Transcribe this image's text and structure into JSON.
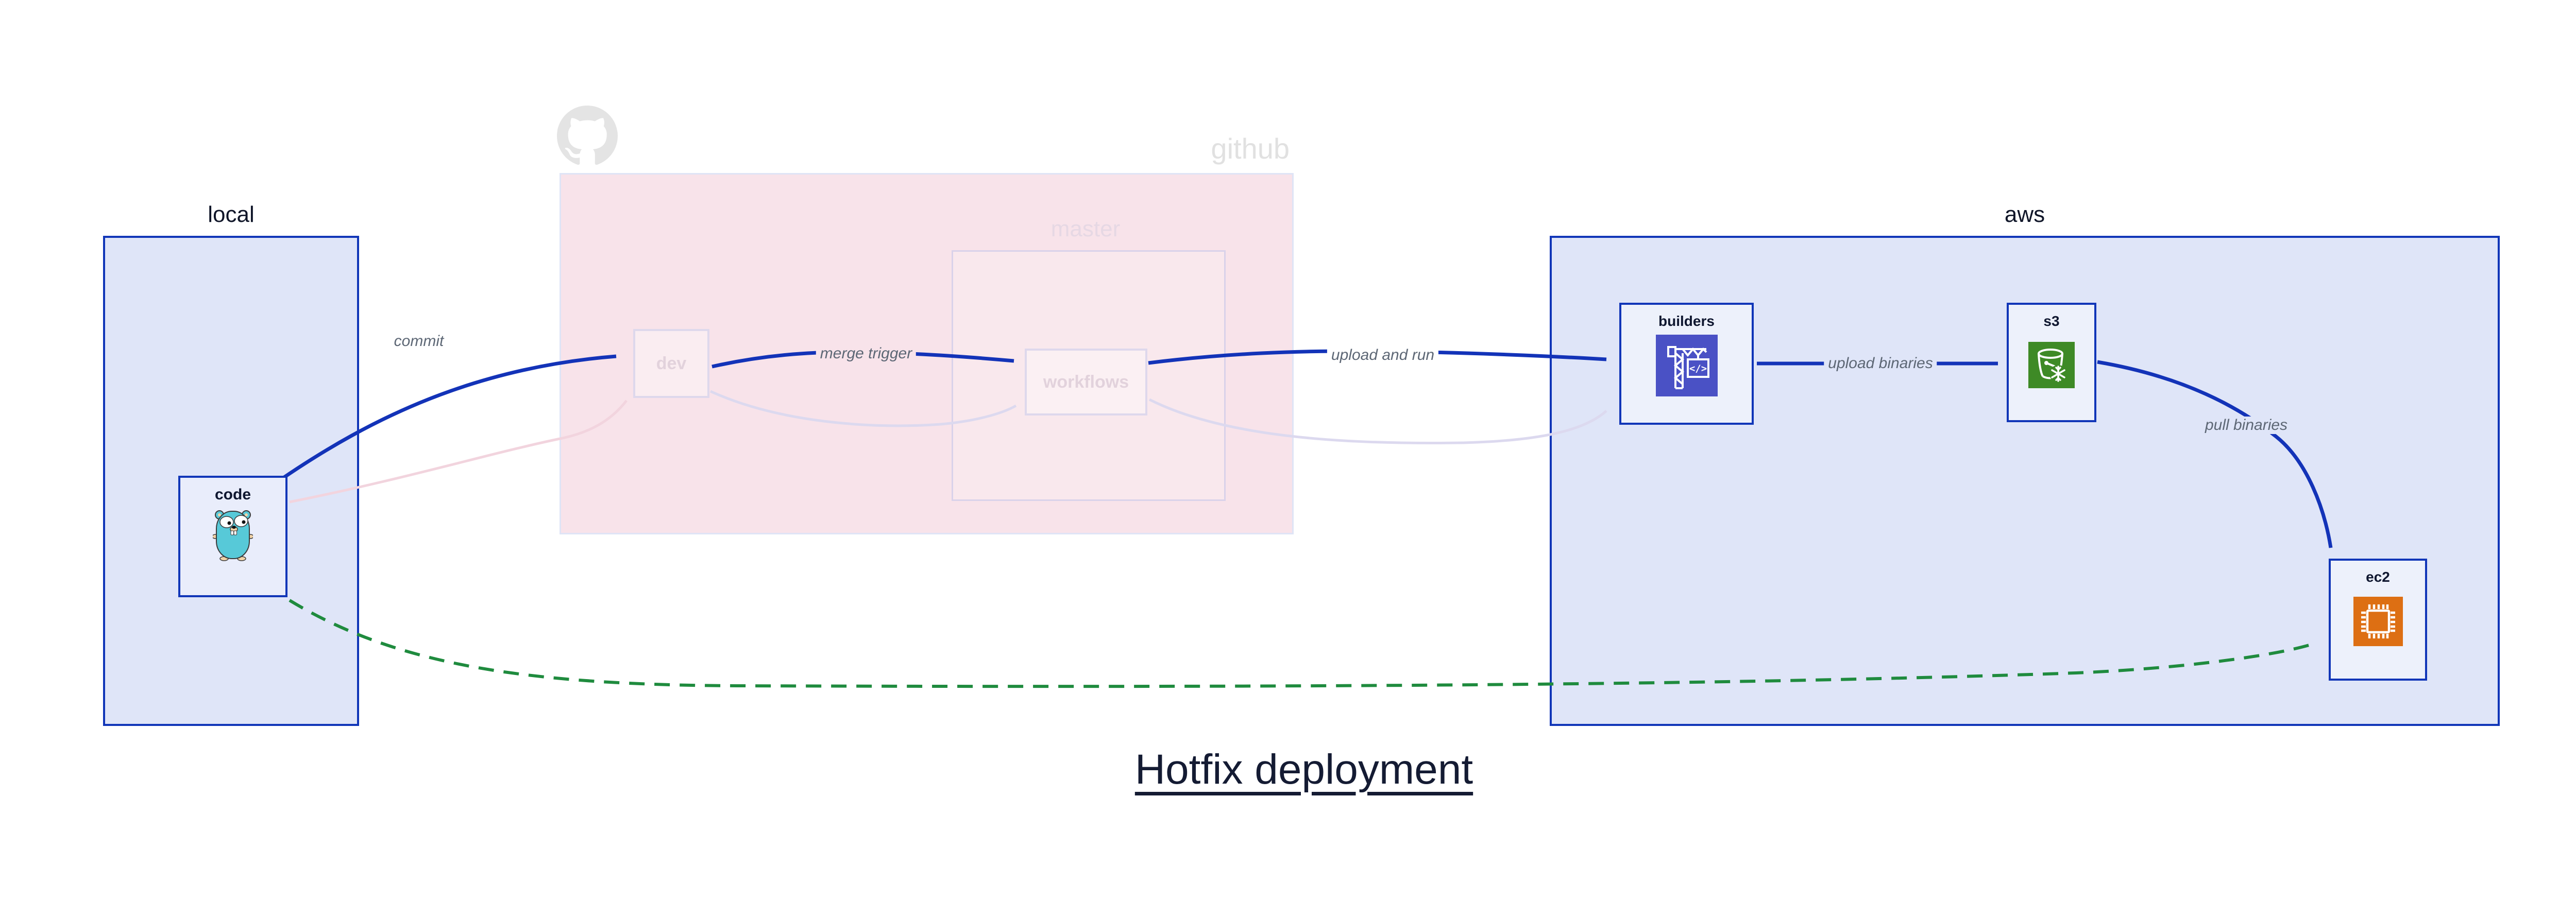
{
  "diagram": {
    "title": "Hotfix deployment",
    "clusters": {
      "local": {
        "label": "local"
      },
      "github": {
        "label": "github",
        "icon": "github-octocat-icon",
        "master": {
          "label": "master"
        }
      },
      "aws": {
        "label": "aws"
      }
    },
    "nodes": {
      "code": {
        "label": "code",
        "icon": "go-gopher-icon"
      },
      "dev": {
        "label": "dev"
      },
      "workflows": {
        "label": "workflows"
      },
      "builders": {
        "label": "builders",
        "icon": "codebuild-crane-icon"
      },
      "s3": {
        "label": "s3",
        "icon": "s3-glacier-bucket-icon"
      },
      "ec2": {
        "label": "ec2",
        "icon": "ec2-chip-icon"
      }
    },
    "edges": [
      {
        "id": "commit",
        "label": "commit",
        "from": "code",
        "to": "dev",
        "style": "solid-blue"
      },
      {
        "id": "merge-trigger",
        "label": "merge trigger",
        "from": "dev",
        "to": "workflows",
        "style": "solid-blue"
      },
      {
        "id": "upload-and-run",
        "label": "upload and run",
        "from": "workflows",
        "to": "builders",
        "style": "solid-blue"
      },
      {
        "id": "upload-binaries",
        "label": "upload binaries",
        "from": "builders",
        "to": "s3",
        "style": "solid-blue"
      },
      {
        "id": "pull-binaries",
        "label": "pull binaries",
        "from": "s3",
        "to": "ec2",
        "style": "solid-blue"
      },
      {
        "id": "hotfix-path",
        "label": "",
        "from": "code",
        "to": "ec2",
        "style": "dashed-green"
      },
      {
        "id": "faded-commit",
        "label": "",
        "from": "code",
        "to": "dev",
        "style": "faded-pink"
      },
      {
        "id": "faded-merge",
        "label": "",
        "from": "dev",
        "to": "workflows",
        "style": "faded-lavender"
      },
      {
        "id": "faded-upload-run",
        "label": "",
        "from": "workflows",
        "to": "builders",
        "style": "faded-lavender"
      }
    ],
    "colors": {
      "accent_blue": "#1333b8",
      "hotfix_green": "#1f8b3e",
      "cluster_fill": "#dfe5f8",
      "node_fill": "#edf1fb",
      "github_fill": "#f8e3ea",
      "codebuild_indigo": "#4a51c5",
      "s3_green": "#3e8a26",
      "ec2_orange": "#dd6f13",
      "edge_label_gray": "#5d6775",
      "title_navy": "#141b33"
    }
  }
}
